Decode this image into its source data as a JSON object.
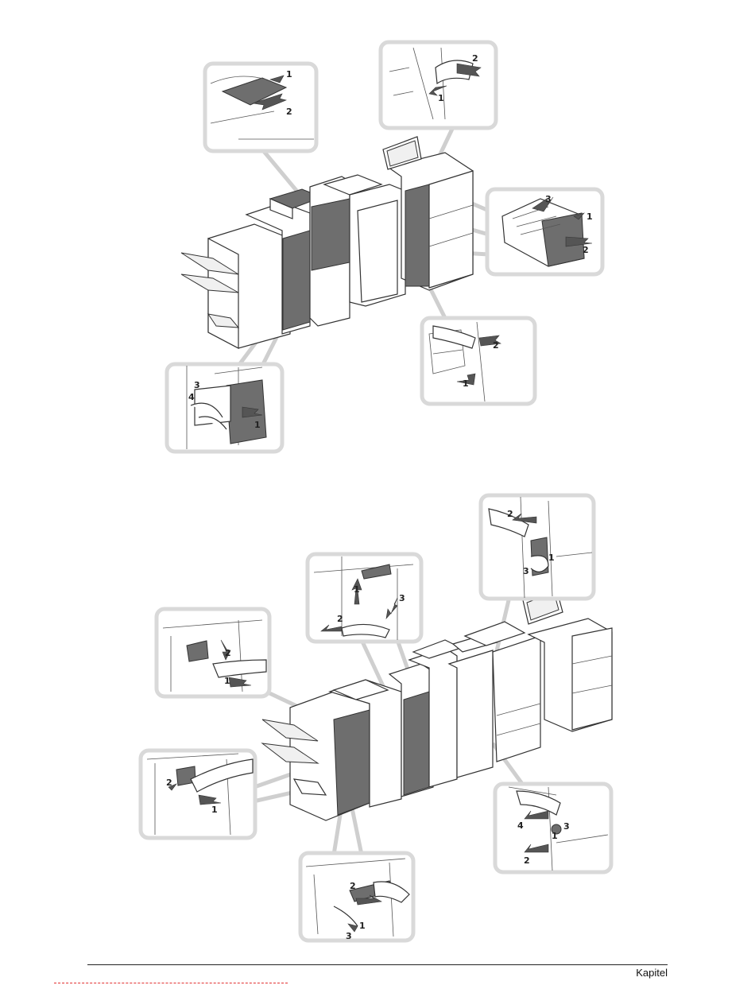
{
  "footer": {
    "label": "Kapitel"
  },
  "figures": [
    {
      "name": "top-illustration",
      "callouts": [
        {
          "id": "top-left",
          "steps": [
            "1",
            "2"
          ]
        },
        {
          "id": "top-right",
          "steps": [
            "2",
            "1"
          ]
        },
        {
          "id": "drawer",
          "steps": [
            "3",
            "1",
            "2"
          ]
        },
        {
          "id": "front-door",
          "steps": [
            "2",
            "1"
          ]
        },
        {
          "id": "bottom-left",
          "steps": [
            "3",
            "4",
            "1"
          ]
        }
      ]
    },
    {
      "name": "bottom-illustration",
      "callouts": [
        {
          "id": "top-center",
          "steps": [
            "1",
            "2",
            "3"
          ]
        },
        {
          "id": "top-right",
          "steps": [
            "2",
            "1",
            "3"
          ]
        },
        {
          "id": "left-upper",
          "steps": [
            "2",
            "1"
          ]
        },
        {
          "id": "left-lower",
          "steps": [
            "2",
            "1"
          ]
        },
        {
          "id": "bottom-center",
          "steps": [
            "2",
            "1",
            "3"
          ]
        },
        {
          "id": "bottom-right",
          "steps": [
            "4",
            "1",
            "3",
            "2"
          ]
        }
      ]
    }
  ],
  "colors": {
    "frame": "#d9d9d9",
    "ink": "#333333",
    "shade": "#6e6e6e"
  }
}
